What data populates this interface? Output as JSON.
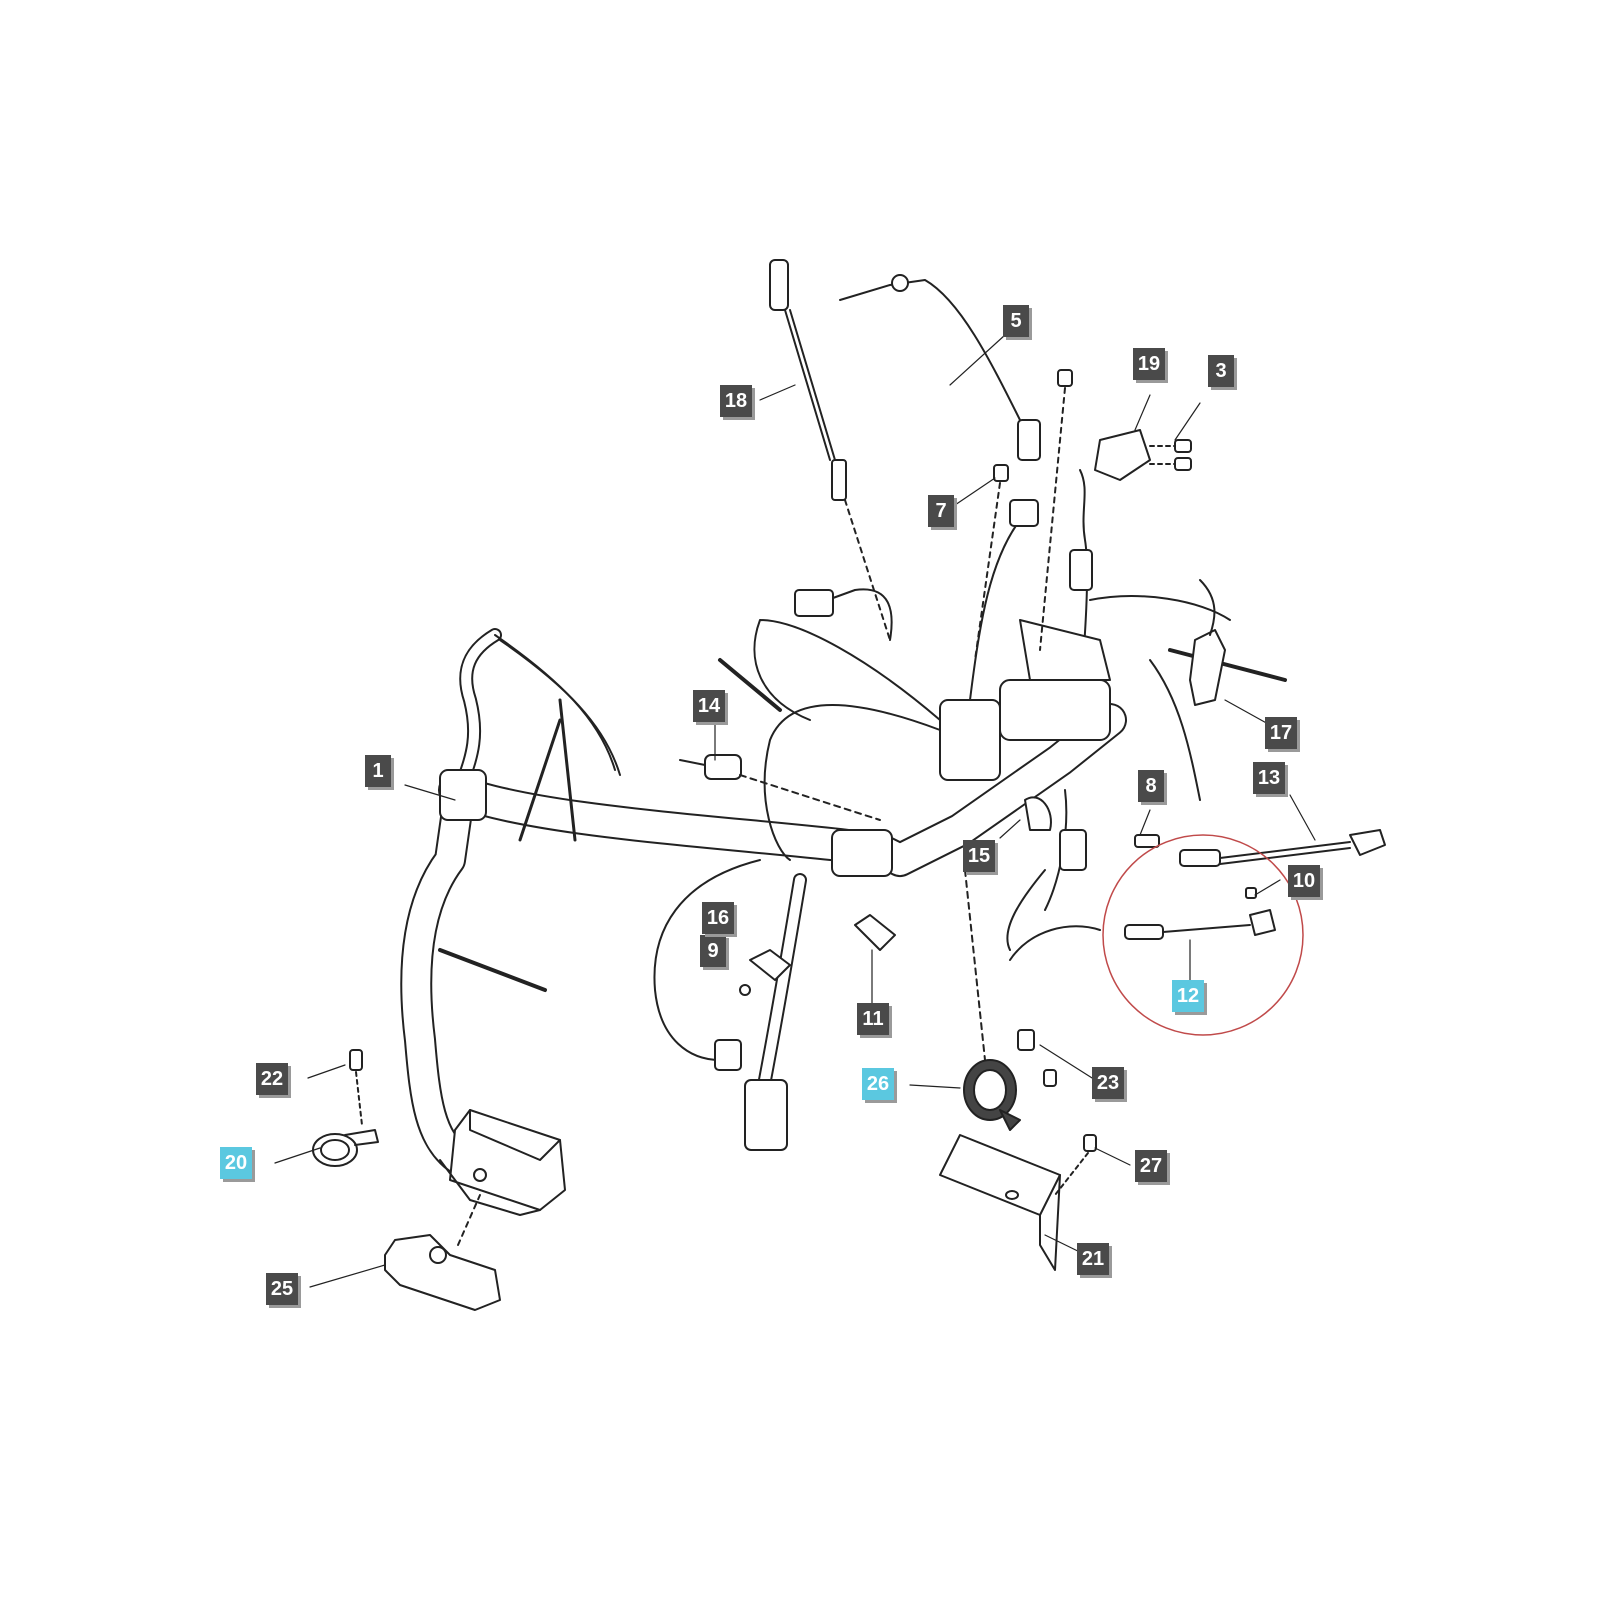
{
  "diagram": {
    "accent_color": "#5bc8e0",
    "callout_color": "#4a4a4a",
    "highlight_circle_color": "#c04a4a",
    "callouts": [
      {
        "id": "c1",
        "label": "1",
        "highlighted": false
      },
      {
        "id": "c3",
        "label": "3",
        "highlighted": false
      },
      {
        "id": "c5",
        "label": "5",
        "highlighted": false
      },
      {
        "id": "c7",
        "label": "7",
        "highlighted": false
      },
      {
        "id": "c8",
        "label": "8",
        "highlighted": false
      },
      {
        "id": "c9",
        "label": "9",
        "highlighted": false
      },
      {
        "id": "c10",
        "label": "10",
        "highlighted": false
      },
      {
        "id": "c11",
        "label": "11",
        "highlighted": false
      },
      {
        "id": "c12",
        "label": "12",
        "highlighted": true
      },
      {
        "id": "c13",
        "label": "13",
        "highlighted": false
      },
      {
        "id": "c14",
        "label": "14",
        "highlighted": false
      },
      {
        "id": "c15",
        "label": "15",
        "highlighted": false
      },
      {
        "id": "c16",
        "label": "16",
        "highlighted": false
      },
      {
        "id": "c17",
        "label": "17",
        "highlighted": false
      },
      {
        "id": "c18",
        "label": "18",
        "highlighted": false
      },
      {
        "id": "c19",
        "label": "19",
        "highlighted": false
      },
      {
        "id": "c20",
        "label": "20",
        "highlighted": true
      },
      {
        "id": "c21",
        "label": "21",
        "highlighted": false
      },
      {
        "id": "c22",
        "label": "22",
        "highlighted": false
      },
      {
        "id": "c23",
        "label": "23",
        "highlighted": false
      },
      {
        "id": "c25",
        "label": "25",
        "highlighted": false
      },
      {
        "id": "c26",
        "label": "26",
        "highlighted": true
      },
      {
        "id": "c27",
        "label": "27",
        "highlighted": false
      }
    ]
  }
}
